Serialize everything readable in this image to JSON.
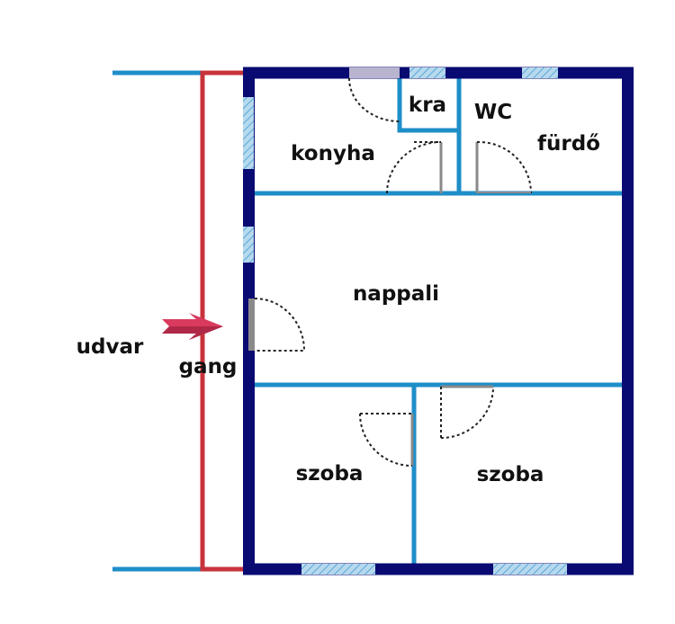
{
  "colors": {
    "outer_wall": "#0a0a73",
    "inner_wall": "#1e8ec8",
    "gang_line": "#c8323a",
    "window_fill": "#b6d9ee",
    "window_hatch": "#5aa7d6",
    "door_panel": "#8a8a8a",
    "arrow": "#d93a5e",
    "background": "#ffffff"
  },
  "rooms": {
    "kra": "kra",
    "wc": "WC",
    "konyha": "konyha",
    "furdo": "fürdő",
    "nappali": "nappali",
    "udvar": "udvar",
    "gang": "gang",
    "szoba_left": "szoba",
    "szoba_right": "szoba"
  },
  "icons": {
    "entrance_arrow": "arrow-right-icon"
  }
}
